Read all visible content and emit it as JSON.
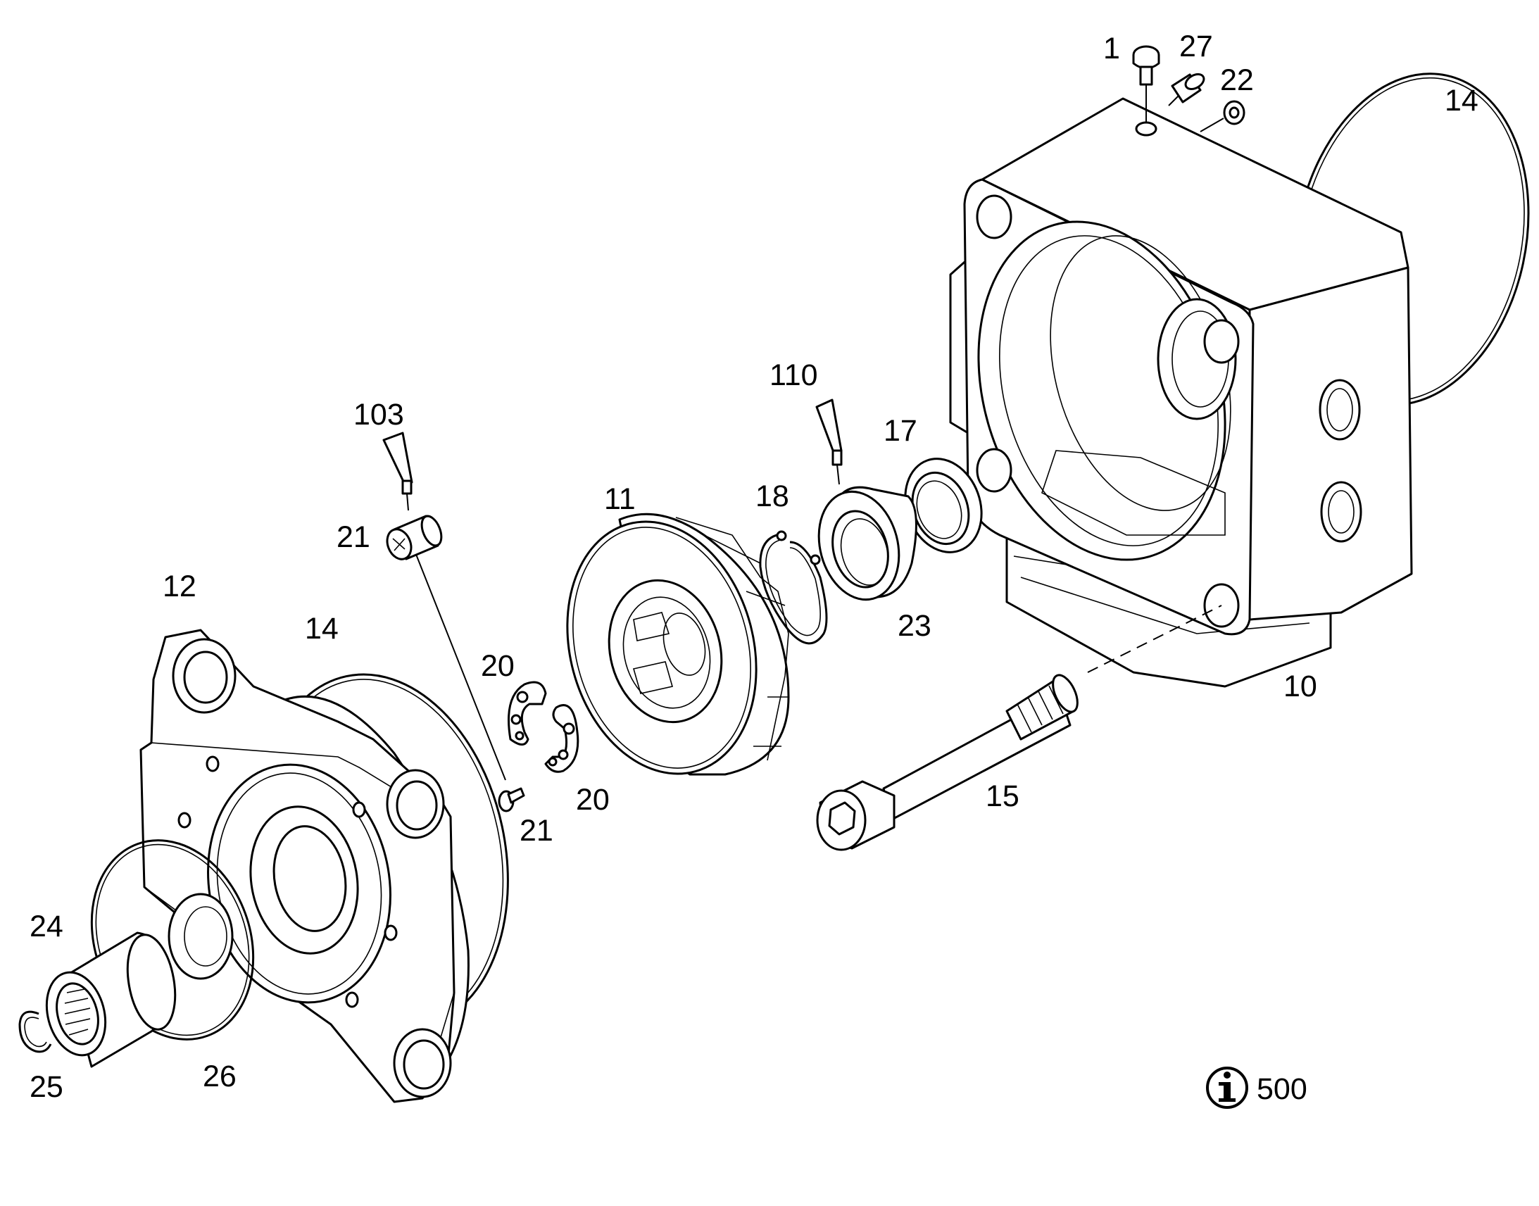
{
  "labels": {
    "p1": "1",
    "p27": "27",
    "p22": "22",
    "p14_top": "14",
    "p110": "110",
    "p17": "17",
    "p103": "103",
    "p18": "18",
    "p11": "11",
    "p21_top": "21",
    "p23": "23",
    "p12": "12",
    "p14_left": "14",
    "p20_top": "20",
    "p10": "10",
    "p20_bottom": "20",
    "p21_bottom": "21",
    "p15": "15",
    "p24": "24",
    "p26": "26",
    "p25": "25"
  },
  "info": {
    "icon": "info-icon",
    "code": "500"
  }
}
